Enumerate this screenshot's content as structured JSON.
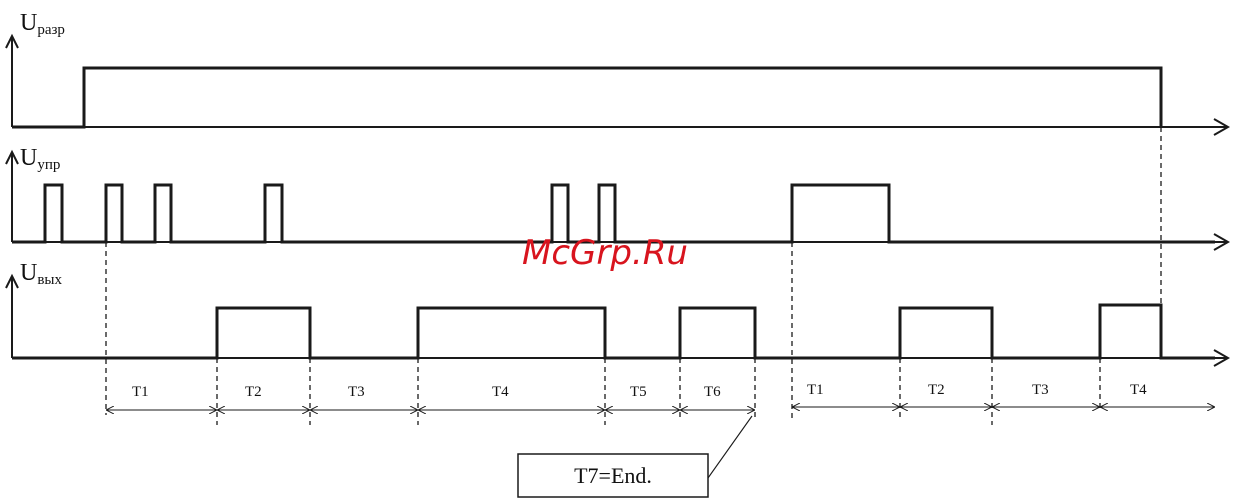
{
  "signals": [
    {
      "id": "razr",
      "main": "U",
      "sub": "разр"
    },
    {
      "id": "upr",
      "main": "U",
      "sub": "упр"
    },
    {
      "id": "vyh",
      "main": "U",
      "sub": "вых"
    }
  ],
  "intervals": [
    "T1",
    "T2",
    "T3",
    "T4",
    "T5",
    "T6",
    "T1",
    "T2",
    "T3",
    "T4"
  ],
  "callout": "T7=End.",
  "watermark": "McGrp.Ru"
}
